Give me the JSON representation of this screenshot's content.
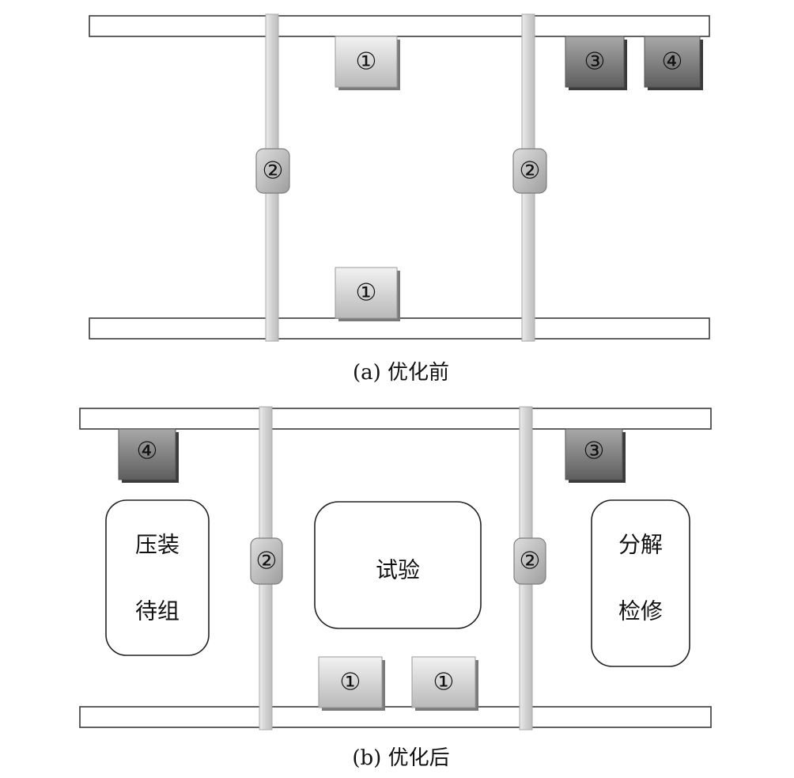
{
  "panel_a": {
    "caption": "(a) 优化前",
    "machines": [
      {
        "id": "m1-top",
        "label": "①",
        "shade": "light"
      },
      {
        "id": "m3-top",
        "label": "③",
        "shade": "dark"
      },
      {
        "id": "m4-top",
        "label": "④",
        "shade": "dark"
      },
      {
        "id": "m1-bottom",
        "label": "①",
        "shade": "light"
      }
    ],
    "carriers": [
      {
        "id": "carrier-left",
        "label": "②"
      },
      {
        "id": "carrier-right",
        "label": "②"
      }
    ]
  },
  "panel_b": {
    "caption": "(b) 优化后",
    "machines": [
      {
        "id": "m4",
        "label": "④",
        "shade": "dark"
      },
      {
        "id": "m3",
        "label": "③",
        "shade": "dark"
      },
      {
        "id": "m1-a",
        "label": "①",
        "shade": "light"
      },
      {
        "id": "m1-b",
        "label": "①",
        "shade": "light"
      }
    ],
    "carriers": [
      {
        "id": "carrier-left",
        "label": "②"
      },
      {
        "id": "carrier-right",
        "label": "②"
      }
    ],
    "zones": [
      {
        "id": "zone-press-assembly",
        "lines": [
          "压装",
          "待组"
        ]
      },
      {
        "id": "zone-test",
        "lines": [
          "试验"
        ]
      },
      {
        "id": "zone-disassembly",
        "lines": [
          "分解",
          "检修"
        ]
      }
    ]
  }
}
